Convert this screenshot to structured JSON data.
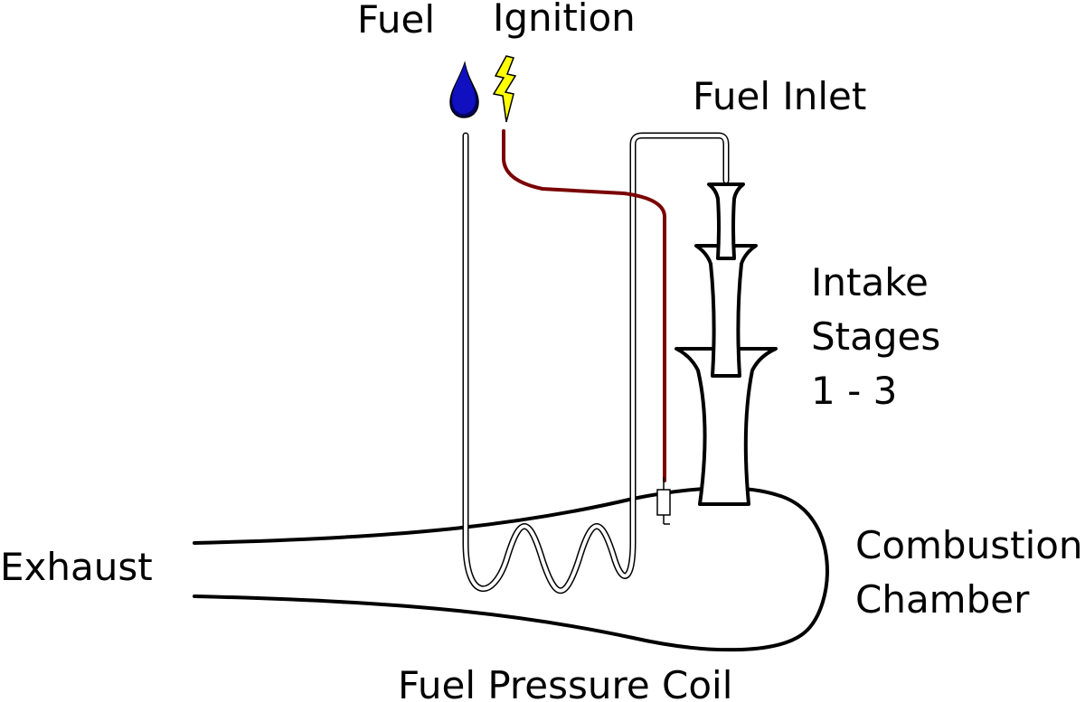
{
  "labels": {
    "fuel": "Fuel",
    "ignition": "Ignition",
    "fuel_inlet": "Fuel Inlet",
    "intake_line1": "Intake",
    "intake_line2": "Stages",
    "intake_line3": "1 - 3",
    "exhaust": "Exhaust",
    "combustion_line1": "Combustion",
    "combustion_line2": "Chamber",
    "fuel_pressure_coil": "Fuel Pressure Coil"
  },
  "colors": {
    "ignition_wire": "#7a0000",
    "fuel_drop": "#1010c0",
    "fuel_drop_dark": "#000060",
    "spark": "#ffff00"
  },
  "icons": {
    "fuel": "fuel-drop-icon",
    "ignition": "lightning-bolt-icon"
  }
}
